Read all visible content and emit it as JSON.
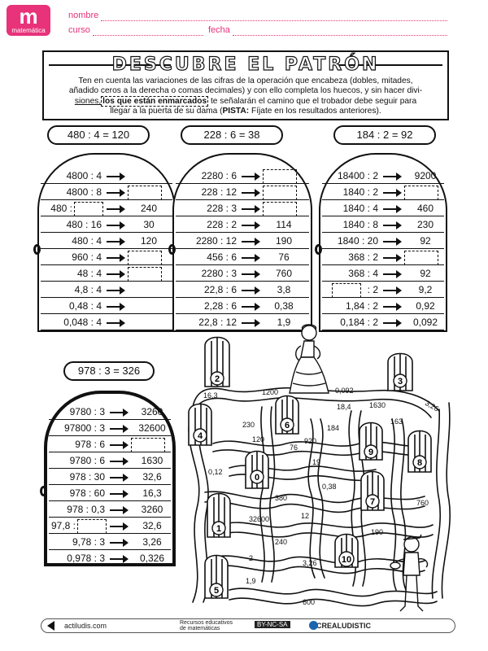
{
  "header": {
    "logo": "m",
    "logo_word": "matemática",
    "nombre": "nombre",
    "curso": "curso",
    "fecha": "fecha"
  },
  "instructions": {
    "title": "DESCUBRE EL PATRÓN",
    "line1": "Ten en cuenta las variaciones de las cifras de la operación que encabeza (dobles, mitades,",
    "line2": "añadido ceros a la derecha o comas decimales)  y con ello completa los huecos, y sin hacer divi-",
    "line3a": "siones,",
    "line3b": "los que están enmarcados",
    "line3c": " te señalarán el camino que el trobador debe seguir para",
    "line4a": "llegar a la puerta de su dama (",
    "line4b": "PISTA:",
    "line4c": " Fíjate en los resultados anteriores)."
  },
  "tables": [
    {
      "header": "480 : 4  =  120",
      "rows": [
        {
          "left": "4800 : 4",
          "right": ""
        },
        {
          "left": "4800 : 8",
          "right": "",
          "rblank": true
        },
        {
          "left": "480 :",
          "right": "240",
          "lblank": true
        },
        {
          "left": "480 : 16",
          "right": "30"
        },
        {
          "left": "480 : 4",
          "right": "120"
        },
        {
          "left": "960 : 4",
          "right": "",
          "rblank": true
        },
        {
          "left": "48 : 4",
          "right": "",
          "rblank": true
        },
        {
          "left": "4,8 : 4",
          "right": ""
        },
        {
          "left": "0,48 : 4",
          "right": ""
        },
        {
          "left": "0,048 : 4",
          "right": ""
        }
      ]
    },
    {
      "header": "228 : 6  =  38",
      "rows": [
        {
          "left": "2280 : 6",
          "right": "",
          "rblank": true
        },
        {
          "left": "228 : 12",
          "right": "",
          "rblank": true
        },
        {
          "left": "228 : 3",
          "right": "",
          "rblank": true
        },
        {
          "left": "228 : 2",
          "right": "114"
        },
        {
          "left": "2280 : 12",
          "right": "190"
        },
        {
          "left": "456 : 6",
          "right": "76"
        },
        {
          "left": "2280 : 3",
          "right": "760"
        },
        {
          "left": "22,8 : 6",
          "right": "3,8"
        },
        {
          "left": "2,28 : 6",
          "right": "0,38"
        },
        {
          "left": "22,8 : 12",
          "right": "1,9"
        }
      ]
    },
    {
      "header": "184 : 2  =  92",
      "rows": [
        {
          "left": "18400 : 2",
          "right": "9200"
        },
        {
          "left": "1840 : 2",
          "right": "",
          "rblank": true
        },
        {
          "left": "1840 : 4",
          "right": "460"
        },
        {
          "left": "1840 : 8",
          "right": "230"
        },
        {
          "left": "1840 : 20",
          "right": "92"
        },
        {
          "left": "368 : 2",
          "right": "",
          "rblank": true
        },
        {
          "left": "368 : 4",
          "right": "92"
        },
        {
          "left": ": 2",
          "right": "9,2",
          "lblank": true
        },
        {
          "left": "1,84 : 2",
          "right": "0,92"
        },
        {
          "left": "0,184 : 2",
          "right": "0,092"
        }
      ]
    },
    {
      "header": "978 : 3  =  326",
      "rows": [
        {
          "left": "9780 : 3",
          "right": "3260"
        },
        {
          "left": "97800 : 3",
          "right": "32600"
        },
        {
          "left": "978 : 6",
          "right": "",
          "rblank": true
        },
        {
          "left": "9780 : 6",
          "right": "1630"
        },
        {
          "left": "978 : 30",
          "right": "32,6"
        },
        {
          "left": "978 : 60",
          "right": "16,3"
        },
        {
          "left": "978 : 0,3",
          "right": "3260"
        },
        {
          "left": "97,8 :",
          "right": "32,6",
          "lblank": true
        },
        {
          "left": "9,78 : 3",
          "right": "3,26"
        },
        {
          "left": "0,978 : 3",
          "right": "0,326"
        }
      ]
    }
  ],
  "maze": {
    "doors": [
      "1",
      "2",
      "3",
      "4",
      "5",
      "6",
      "7",
      "8",
      "9",
      "10",
      "0"
    ],
    "labels": [
      "16,3",
      "1200",
      "0,092",
      "3,26",
      "18,4",
      "1630",
      "163",
      "230",
      "184",
      "120",
      "920",
      "76",
      "19",
      "0,12",
      "0,38",
      "380",
      "760",
      "12",
      "32600",
      "190",
      "240",
      "2",
      "3,26",
      "1,9",
      "600"
    ]
  },
  "footer": {
    "site": "actiludis.com",
    "license": "BY-NC-SA",
    "brand": "CREALUDISTIC",
    "note1": "Recursos educativos",
    "note2": "de matemáticas"
  },
  "colors": {
    "accent": "#e8327a",
    "ink": "#111111"
  }
}
